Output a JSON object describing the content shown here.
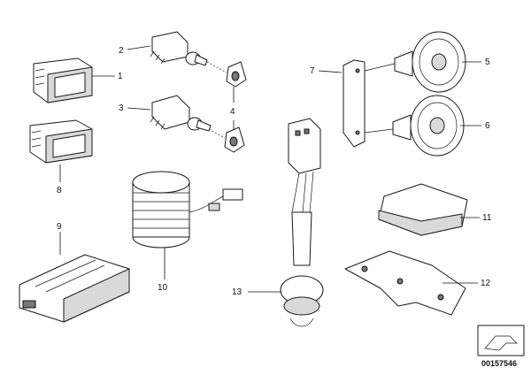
{
  "callouts": {
    "c1": "1",
    "c2": "2",
    "c3": "3",
    "c4": "4",
    "c5": "5",
    "c6": "6",
    "c7": "7",
    "c8": "8",
    "c9": "9",
    "c10": "10",
    "c11": "11",
    "c12": "12",
    "c13": "13"
  },
  "reference_code": "00157546",
  "colors": {
    "line": "#111111",
    "fill": "#ffffff",
    "shade": "#d9d9d9"
  }
}
